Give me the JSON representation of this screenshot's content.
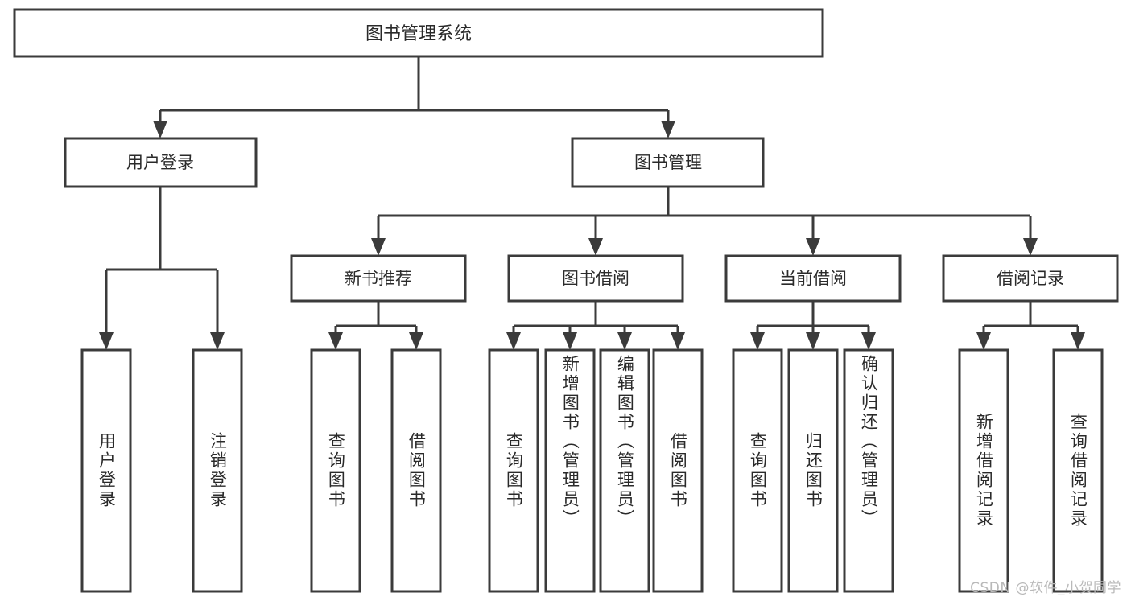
{
  "diagram": {
    "title": "图书管理系统",
    "watermark": "CSDN @软件_小贺同学",
    "style": {
      "box_fill": "#ffffff",
      "box_stroke": "#3b3b3b",
      "text_color": "#2a2a2a",
      "background": "#ffffff",
      "watermark_color": "#b9b9b9"
    },
    "levels": {
      "level1": [
        {
          "id": "root",
          "label": "图书管理系统"
        }
      ],
      "level2": [
        {
          "id": "user-login",
          "label": "用户登录"
        },
        {
          "id": "book-manage",
          "label": "图书管理"
        }
      ],
      "level3": [
        {
          "id": "new-book-rec",
          "label": "新书推荐",
          "parent": "book-manage"
        },
        {
          "id": "book-borrow",
          "label": "图书借阅",
          "parent": "book-manage"
        },
        {
          "id": "current-borrow",
          "label": "当前借阅",
          "parent": "book-manage"
        },
        {
          "id": "borrow-record",
          "label": "借阅记录",
          "parent": "book-manage"
        }
      ],
      "level4": [
        {
          "id": "leaf-user-login",
          "label": "用户登录",
          "parent": "user-login"
        },
        {
          "id": "leaf-logout",
          "label": "注销登录",
          "parent": "user-login"
        },
        {
          "id": "leaf-query-book-1",
          "label": "查询图书",
          "parent": "new-book-rec"
        },
        {
          "id": "leaf-borrow-book-1",
          "label": "借阅图书",
          "parent": "new-book-rec"
        },
        {
          "id": "leaf-query-book-2",
          "label": "查询图书",
          "parent": "book-borrow"
        },
        {
          "id": "leaf-add-book",
          "label": "新增图书（管理员）",
          "parent": "book-borrow"
        },
        {
          "id": "leaf-edit-book",
          "label": "编辑图书（管理员）",
          "parent": "book-borrow"
        },
        {
          "id": "leaf-borrow-book-2",
          "label": "借阅图书",
          "parent": "book-borrow"
        },
        {
          "id": "leaf-query-book-3",
          "label": "查询图书",
          "parent": "current-borrow"
        },
        {
          "id": "leaf-return-book",
          "label": "归还图书",
          "parent": "current-borrow"
        },
        {
          "id": "leaf-confirm-return",
          "label": "确认归还（管理员）",
          "parent": "current-borrow"
        },
        {
          "id": "leaf-add-record",
          "label": "新增借阅记录",
          "parent": "borrow-record"
        },
        {
          "id": "leaf-query-record",
          "label": "查询借阅记录",
          "parent": "borrow-record"
        }
      ]
    }
  }
}
